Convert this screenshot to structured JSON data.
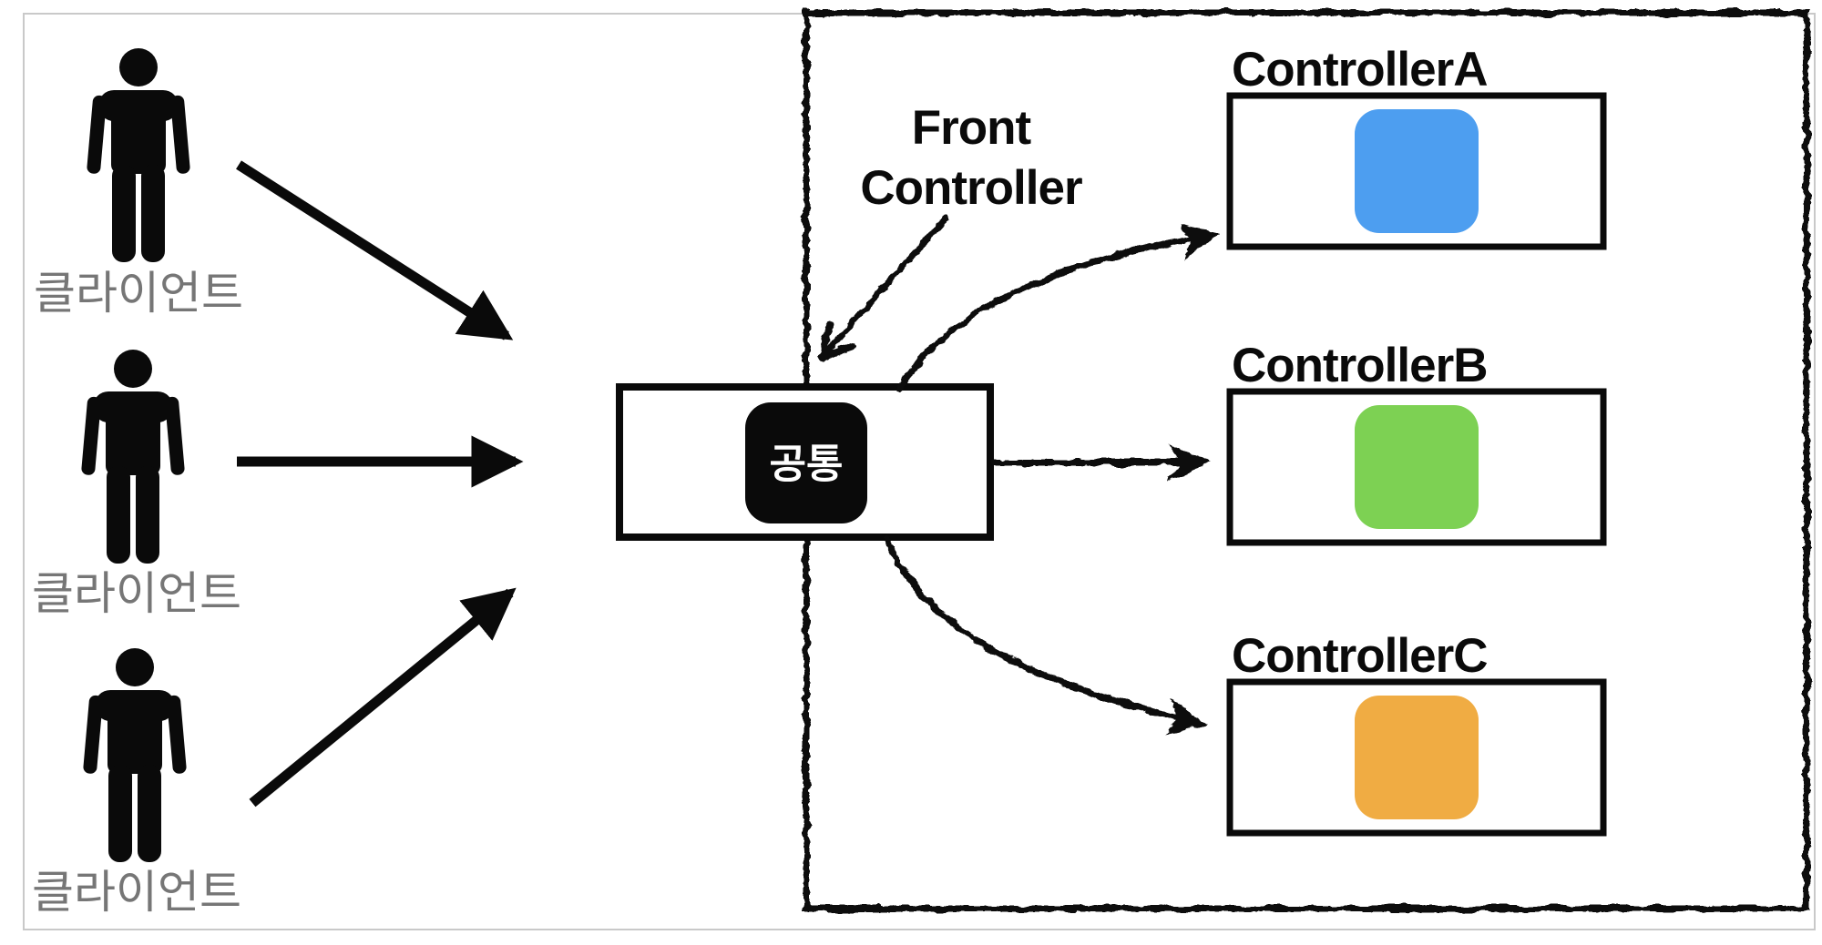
{
  "diagram": {
    "clients": [
      {
        "label": "클라이언트"
      },
      {
        "label": "클라이언트"
      },
      {
        "label": "클라이언트"
      }
    ],
    "front_controller": {
      "line1": "Front",
      "line2": "Controller"
    },
    "common_box": {
      "label": "공통"
    },
    "controllers": [
      {
        "name": "ControllerA",
        "color": "#4D9EF0"
      },
      {
        "name": "ControllerB",
        "color": "#7DD153"
      },
      {
        "name": "ControllerC",
        "color": "#F0AC43"
      }
    ],
    "colors": {
      "line_black": "#0a0a0a",
      "label_gray": "#767676",
      "frame_gray": "#c9c9c9"
    }
  }
}
